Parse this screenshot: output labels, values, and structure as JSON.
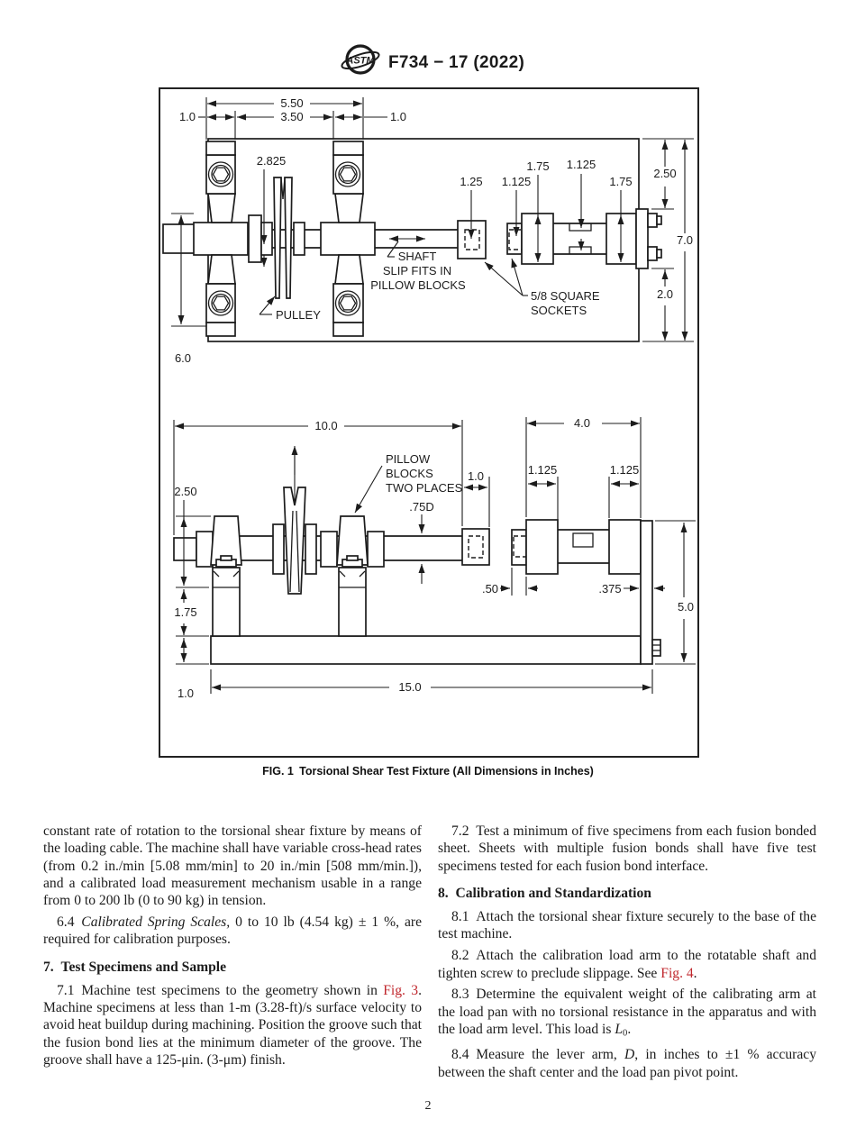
{
  "header": {
    "logo_text": "ASTM",
    "title": "F734 − 17 (2022)"
  },
  "figure": {
    "caption": "FIG. 1 Torsional Shear Test Fixture (All Dimensions in Inches)",
    "top": {
      "d550": "5.50",
      "d350": "3.50",
      "d10l": "1.0",
      "d10r": "1.0",
      "d2825": "2.825",
      "d125": "1.25",
      "d1125a": "1.125",
      "d175a": "1.75",
      "d1125b": "1.125",
      "d175b": "1.75",
      "d250": "2.50",
      "d70": "7.0",
      "d20": "2.0",
      "d60": "6.0",
      "shaft1": "SHAFT",
      "shaft2": "SLIP FITS IN",
      "shaft3": "PILLOW BLOCKS",
      "pulley": "PULLEY",
      "sock1": "5/8 SQUARE",
      "sock2": "SOCKETS"
    },
    "bottom": {
      "d100": "10.0",
      "d40": "4.0",
      "d250": "2.50",
      "d10s": "1.0",
      "d75d": ".75D",
      "d1125l": "1.125",
      "d1125r": "1.125",
      "d50": ".50",
      "d375": ".375",
      "d5": "5.0",
      "d175": "1.75",
      "d10b": "1.0",
      "d150": "15.0",
      "pb1": "PILLOW",
      "pb2": "BLOCKS",
      "pb3": "TWO PLACES"
    }
  },
  "columns": {
    "left": [
      {
        "type": "p",
        "indent": false,
        "seg": [
          {
            "t": "constant rate of rotation to the torsional shear fixture by means of the loading cable. The machine shall have variable cross-head rates (from 0.2 in./min [5.08 mm/min] to 20 in./min [508 mm/min.]), and a calibrated load measurement mechanism usable in a range from 0 to 200 lb (0 to 90 kg) in tension.",
            "s": ""
          }
        ]
      },
      {
        "type": "p",
        "indent": true,
        "seg": [
          {
            "t": "6.4 ",
            "s": ""
          },
          {
            "t": "Calibrated Spring Scales,",
            "s": "i"
          },
          {
            "t": " 0 to 10 lb (4.54 kg) ± 1 %, are required for calibration purposes.",
            "s": ""
          }
        ]
      },
      {
        "type": "h",
        "seg": [
          {
            "t": "7. Test Specimens and Sample",
            "s": ""
          }
        ]
      },
      {
        "type": "p",
        "indent": true,
        "seg": [
          {
            "t": "7.1 Machine test specimens to the geometry shown in ",
            "s": ""
          },
          {
            "t": "Fig. 3",
            "s": "link"
          },
          {
            "t": ". Machine specimens at less than 1-m (3.28-ft)/s surface velocity to avoid heat buildup during machining. Position the groove such that the fusion bond lies at the minimum diameter of the groove. The groove shall have a 125-μin. (3-μm) finish.",
            "s": ""
          }
        ]
      }
    ],
    "right": [
      {
        "type": "p",
        "indent": true,
        "seg": [
          {
            "t": "7.2 Test a minimum of five specimens from each fusion bonded sheet. Sheets with multiple fusion bonds shall have five test specimens tested for each fusion bond interface.",
            "s": ""
          }
        ]
      },
      {
        "type": "h",
        "seg": [
          {
            "t": "8. Calibration and Standardization",
            "s": ""
          }
        ]
      },
      {
        "type": "p",
        "indent": true,
        "seg": [
          {
            "t": "8.1 Attach the torsional shear fixture securely to the base of the test machine.",
            "s": ""
          }
        ]
      },
      {
        "type": "p",
        "indent": true,
        "seg": [
          {
            "t": "8.2 Attach the calibration load arm to the rotatable shaft and tighten screw to preclude slippage. See ",
            "s": ""
          },
          {
            "t": "Fig. 4",
            "s": "link"
          },
          {
            "t": ".",
            "s": ""
          }
        ]
      },
      {
        "type": "p",
        "indent": true,
        "seg": [
          {
            "t": "8.3 Determine the equivalent weight of the calibrating arm at the load pan with no torsional resistance in the apparatus and with the load arm level. This load is ",
            "s": ""
          },
          {
            "t": "L",
            "s": "i"
          },
          {
            "t": "0",
            "s": "sub"
          },
          {
            "t": ".",
            "s": ""
          }
        ]
      },
      {
        "type": "p",
        "indent": true,
        "seg": [
          {
            "t": "8.4 Measure the lever arm, ",
            "s": ""
          },
          {
            "t": "D",
            "s": "i"
          },
          {
            "t": ", in inches to ±1 % accuracy between the shaft center and the load pan pivot point.",
            "s": ""
          }
        ]
      }
    ]
  },
  "footer": {
    "page": "2"
  }
}
